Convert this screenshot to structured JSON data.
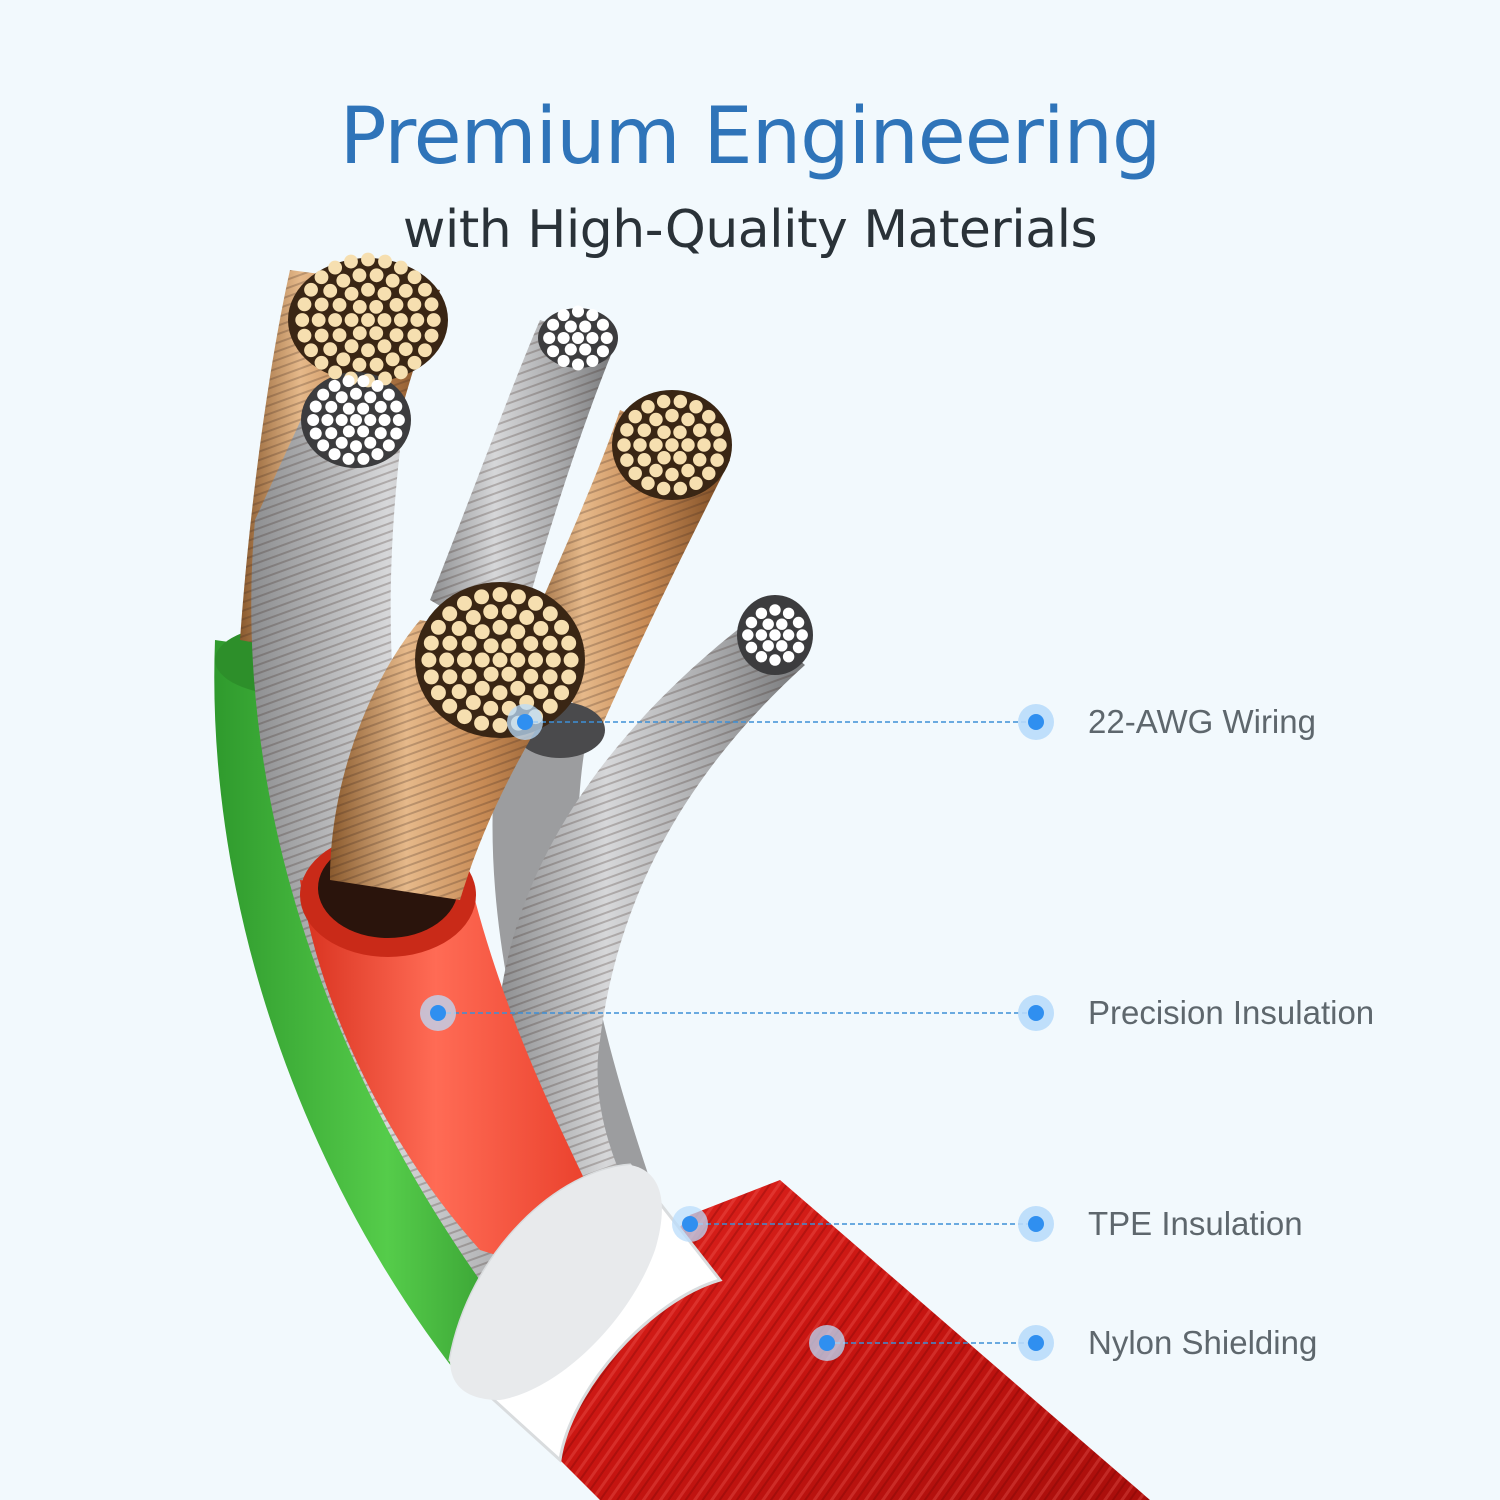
{
  "header": {
    "title": "Premium Engineering",
    "subtitle": "with High-Quality Materials"
  },
  "colors": {
    "background": "#f2f9fd",
    "title": "#2f74b9",
    "subtitle": "#2a3238",
    "callout_dot": "#2f8ff0",
    "callout_halo": "#b9dcfb",
    "callout_line": "#3d8fd6",
    "copper": "#d9a66e",
    "silver": "#b8b9bb",
    "green_jacket": "#3cb53a",
    "red_jacket": "#f04a35",
    "tpe_sleeve": "#ffffff",
    "nylon_braid": "#d01a17"
  },
  "callouts": [
    {
      "id": "wiring",
      "label": "22-AWG Wiring",
      "icon": "callout-dot-icon"
    },
    {
      "id": "precision-insulation",
      "label": "Precision Insulation",
      "icon": "callout-dot-icon"
    },
    {
      "id": "tpe-insulation",
      "label": "TPE Insulation",
      "icon": "callout-dot-icon"
    },
    {
      "id": "nylon-shielding",
      "label": "Nylon Shielding",
      "icon": "callout-dot-icon"
    }
  ]
}
